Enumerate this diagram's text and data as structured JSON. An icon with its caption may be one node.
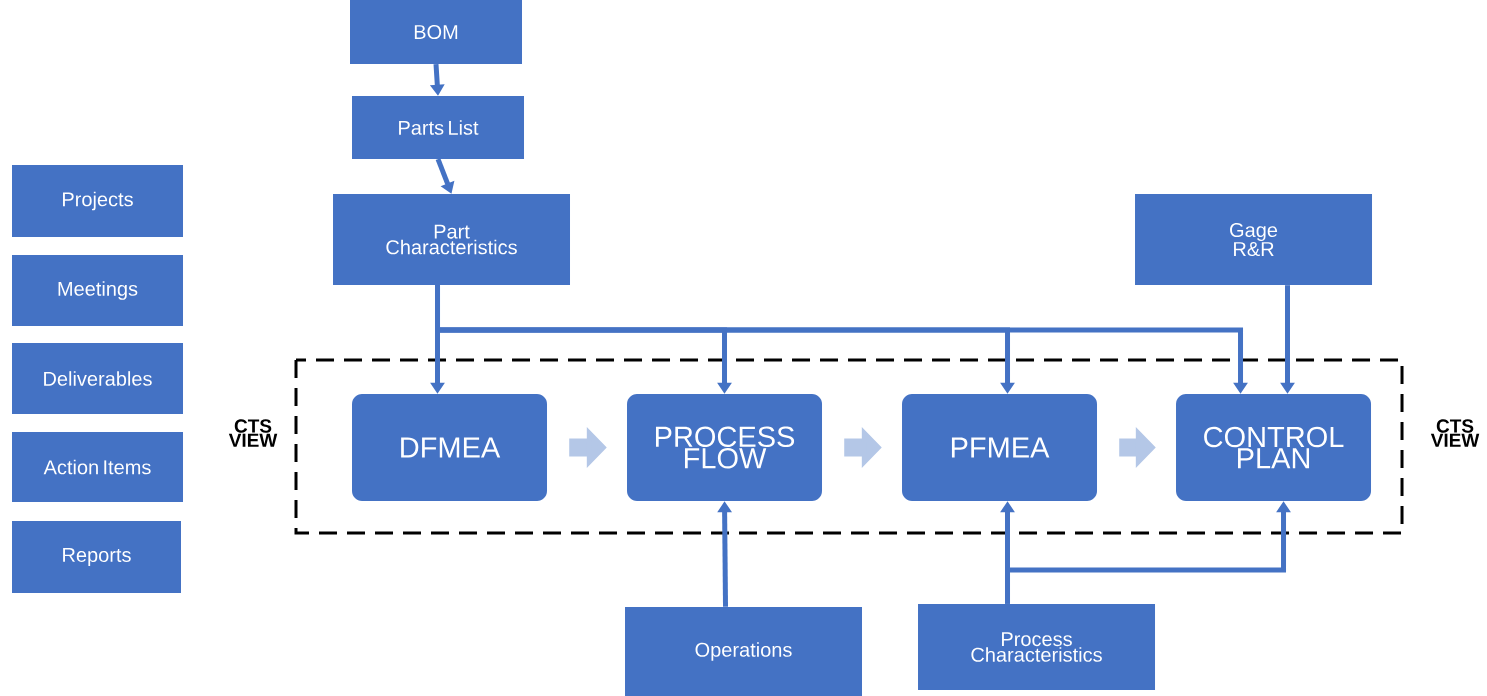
{
  "diagram": {
    "nodes": [
      {
        "text": [
          "Projects"
        ]
      },
      {
        "text": [
          "Meetings"
        ]
      },
      {
        "text": [
          "Deliverables"
        ]
      },
      {
        "text": [
          "Action Items"
        ]
      },
      {
        "text": [
          "Reports"
        ]
      },
      {
        "text": [
          "BOM"
        ]
      },
      {
        "text": [
          "Parts List"
        ]
      },
      {
        "text": [
          "Part Characteristics"
        ]
      },
      {
        "text": [
          "Gage R&R"
        ]
      },
      {
        "text": [
          "DFMEA"
        ]
      },
      {
        "text": [
          "PROCESS FLOW"
        ]
      },
      {
        "text": [
          "PFMEA"
        ]
      },
      {
        "text": [
          "CONTROL PLAN"
        ]
      },
      {
        "text": [
          "Operations"
        ]
      },
      {
        "text": [
          "Process Characteristics"
        ]
      }
    ],
    "edges": [
      {
        "from": 5,
        "to": 6,
        "arrow": "to"
      },
      {
        "from": 6,
        "to": 7,
        "arrow": "to"
      },
      {
        "from": 7,
        "to": 9,
        "arrow": "to"
      },
      {
        "from": 7,
        "to": 10,
        "arrow": "to"
      },
      {
        "from": 7,
        "to": 11,
        "arrow": "to"
      },
      {
        "from": 7,
        "to": 12,
        "arrow": "to"
      },
      {
        "from": 8,
        "to": 12,
        "arrow": "to"
      },
      {
        "from": 9,
        "to": 10,
        "arrow": "to",
        "style": "thick",
        "color": "#b4c7e7"
      },
      {
        "from": 10,
        "to": 11,
        "arrow": "to",
        "style": "thick",
        "color": "#b4c7e7"
      },
      {
        "from": 11,
        "to": 12,
        "arrow": "to",
        "style": "thick",
        "color": "#b4c7e7"
      },
      {
        "from": 13,
        "to": 10,
        "arrow": "to"
      },
      {
        "from": 14,
        "to": 11,
        "arrow": "to"
      },
      {
        "from": 14,
        "to": 12,
        "arrow": "to"
      }
    ],
    "labels": [
      "CTS VIEW",
      "CTS VIEW"
    ]
  }
}
